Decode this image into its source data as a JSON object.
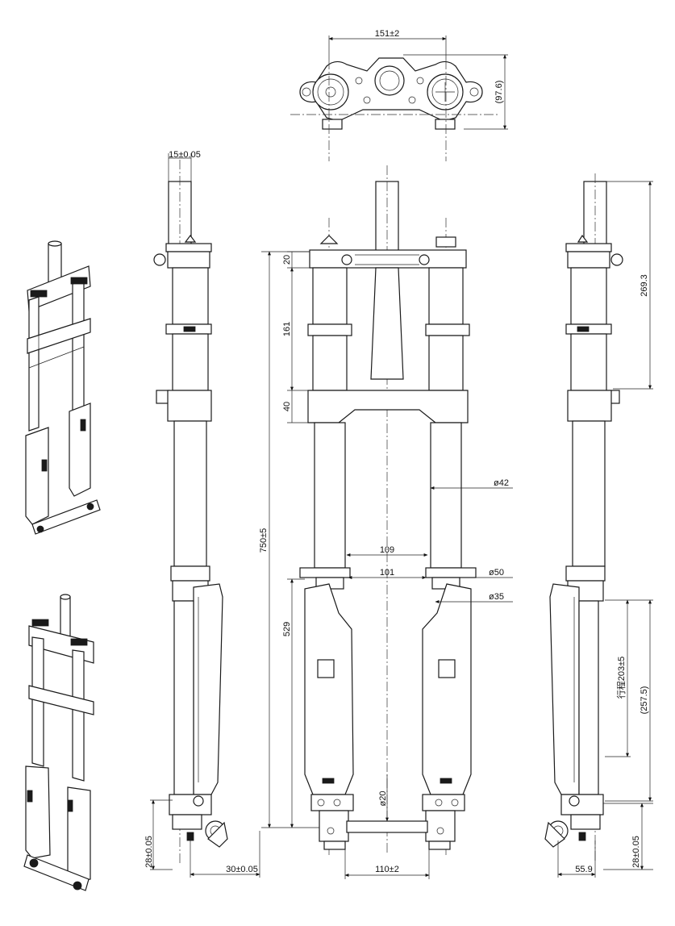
{
  "dimensions": {
    "top_crown_width": "151±2",
    "top_crown_depth": "(97.6)",
    "stanchion_offset": "15±0.05",
    "upper_crown_height": "20",
    "crown_gap": "161",
    "lower_crown_height": "40",
    "overall_length": "750±5",
    "lower_leg_length": "529",
    "stanchion_diameter": "ø42",
    "spacing_109": "109",
    "spacing_101": "101",
    "clamp_diameter": "ø50",
    "lower_diameter": "ø35",
    "axle_diameter": "ø20",
    "axle_width": "110±2",
    "axle_offset": "30±0.05",
    "left_axle_height": "28±0.05",
    "steerer_length": "269.3",
    "travel": "行程203±5",
    "travel_total": "(257.5)",
    "side_offset": "55.9",
    "right_axle_height": "28±0.05"
  }
}
